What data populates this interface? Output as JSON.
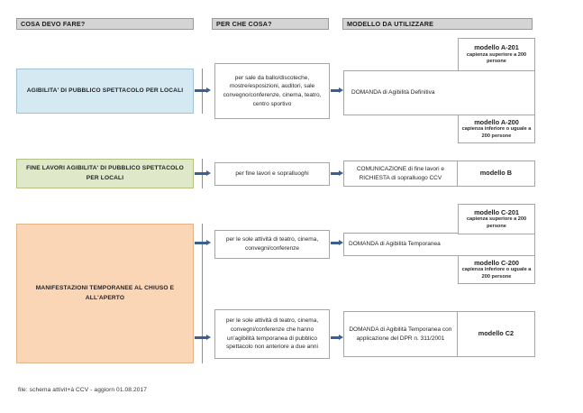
{
  "document": {
    "footer_note": "file: schema attivit+á CCV - aggiorn 01.08.2017"
  },
  "headers": {
    "col1": "COSA DEVO FARE?",
    "col2": "PER CHE COSA?",
    "col3": "MODELLO DA UTILIZZARE"
  },
  "rows": [
    {
      "id": "agibilita-locali",
      "category": "AGIBILITA' DI PUBBLICO SPETTACOLO PER LOCALI",
      "color": "#d5e9f2",
      "purpose": "per sale da ballo/discoteche, mostre/esposizioni, auditori, sale convegno/conferenze, cinema, teatro, centro sportivo",
      "request": "DOMANDA di Agibilità Definitiva",
      "models": [
        {
          "title": "modello A-201",
          "subtitle": "capienza superiore a 200 persone"
        },
        {
          "title": "modello A-200",
          "subtitle": "capienza inferiore o uguale a 200 persone"
        }
      ]
    },
    {
      "id": "fine-lavori",
      "category": "FINE LAVORI AGIBILITA' DI PUBBLICO SPETTACOLO PER LOCALI",
      "color": "#dfe8c8",
      "purpose": "per fine lavori e sopralluoghi",
      "request": "COMUNICAZIONE di fine lavori e RICHIESTA di sopralluogo CCV",
      "model": "modello B"
    },
    {
      "id": "manifestazioni-temporanee",
      "category": "MANIFESTAZIONI TEMPORANEE AL CHIUSO E ALL'APERTO",
      "color": "#fbd6b6",
      "branches": [
        {
          "purpose": "per le sole attività di teatro, cinema, convegni/conferenze",
          "request": "DOMANDA di Agibilità Temporanea",
          "models": [
            {
              "title": "modello C-201",
              "subtitle": "capienza superiore a 200 persone"
            },
            {
              "title": "modello C-200",
              "subtitle": "capienza inferiore o uguale a 200 persone"
            }
          ]
        },
        {
          "purpose": "per le sole attività di teatro, cinema, convegni/conferenze che hanno un'agibilità temporanea di pubblico spettacolo non anteriore a due anni",
          "request": "DOMANDA di Agibilità Temporanea con applicazione del DPR n. 311/2001",
          "model": "modello C2"
        }
      ]
    }
  ],
  "accent_color": "#3a5f92"
}
